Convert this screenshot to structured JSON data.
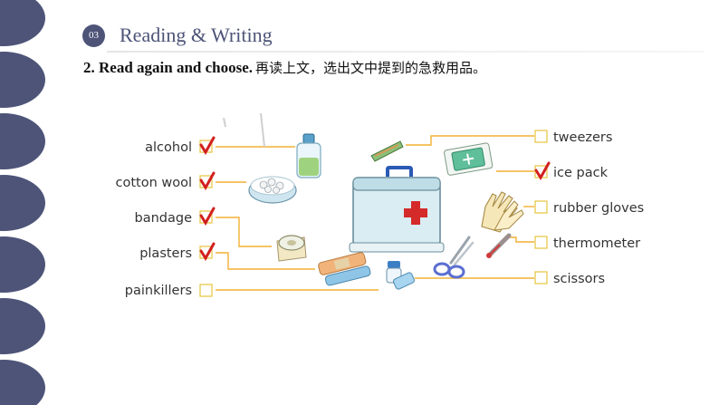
{
  "header": {
    "section_number": "03",
    "section_title": "Reading & Writing"
  },
  "instruction": {
    "en": "2. Read again and choose.",
    "cn": "再读上文，选出文中提到的急救用品。"
  },
  "left_items": [
    {
      "label": "alcohol",
      "checked": true
    },
    {
      "label": "cotton wool",
      "checked": true
    },
    {
      "label": "bandage",
      "checked": true
    },
    {
      "label": "plasters",
      "checked": true
    },
    {
      "label": "painkillers",
      "checked": false
    }
  ],
  "right_items": [
    {
      "label": "tweezers",
      "checked": false
    },
    {
      "label": "ice pack",
      "checked": true
    },
    {
      "label": "rubber gloves",
      "checked": false
    },
    {
      "label": "thermometer",
      "checked": false
    },
    {
      "label": "scissors",
      "checked": false
    }
  ],
  "colors": {
    "accent": "#4d5478",
    "leader": "#f2b134",
    "check": "#d21f1f",
    "box": "#e8c84a",
    "kit": "#d9edf3"
  }
}
